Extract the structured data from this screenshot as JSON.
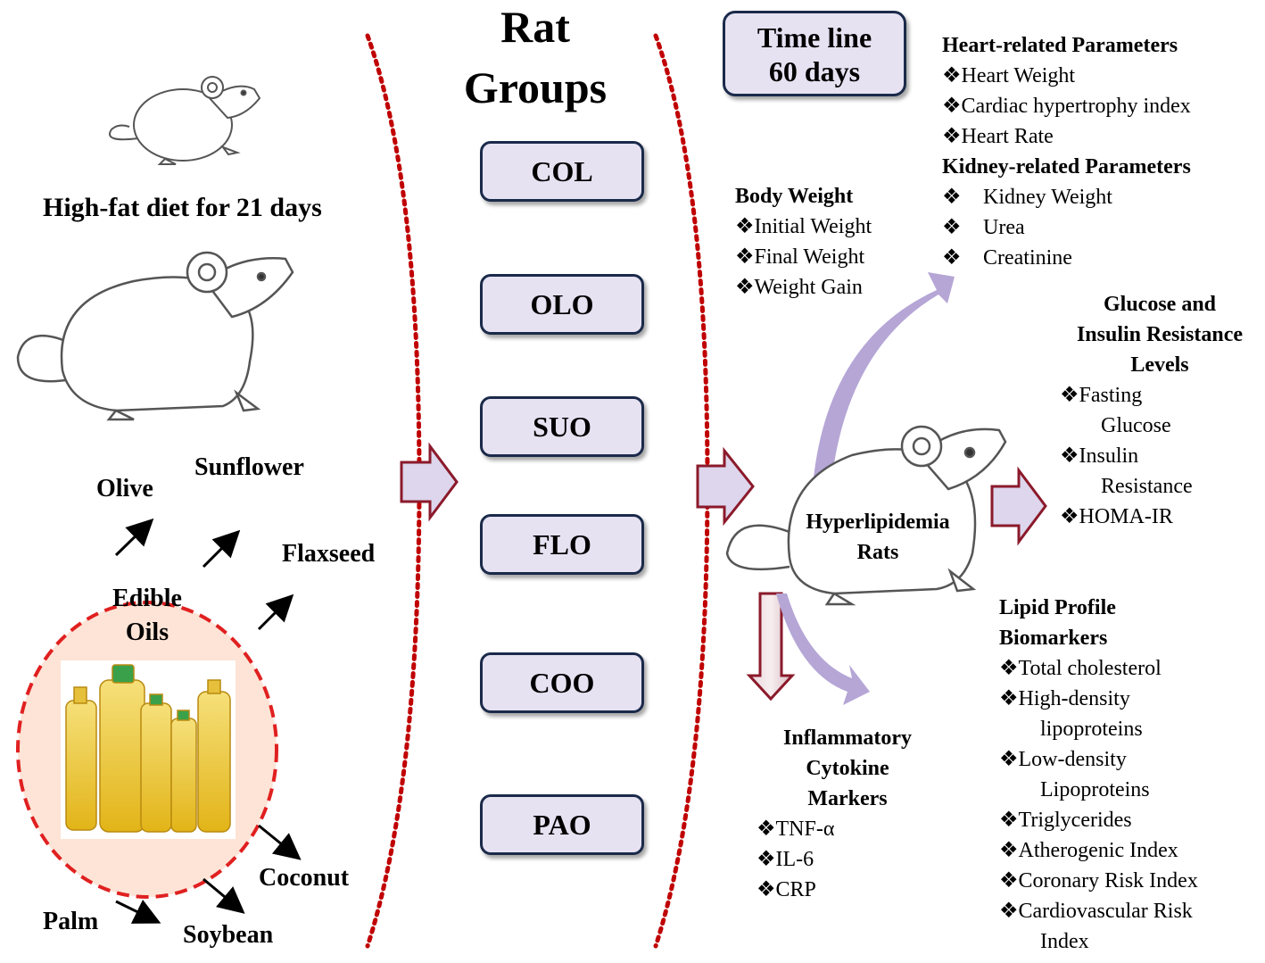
{
  "left": {
    "hfd_label": "High-fat diet for 21 days",
    "oils_circle_label_line1": "Edible",
    "oils_circle_label_line2": "Oils",
    "oil_labels": {
      "olive": "Olive",
      "sunflower": "Sunflower",
      "flaxseed": "Flaxseed",
      "coconut": "Coconut",
      "soybean": "Soybean",
      "palm": "Palm"
    }
  },
  "middle": {
    "title_line1": "Rat",
    "title_line2": "Groups",
    "groups": [
      "COL",
      "OLO",
      "SUO",
      "FLO",
      "COO",
      "PAO"
    ]
  },
  "right": {
    "timeline_line1": "Time line",
    "timeline_line2": "60 days",
    "rat_label_line1": "Hyperlipidemia",
    "rat_label_line2": "Rats",
    "bullet_symbol": "❖",
    "heart": {
      "title": "Heart-related Parameters",
      "items": [
        "Heart Weight",
        "Cardiac hypertrophy index",
        "Heart Rate"
      ]
    },
    "kidney": {
      "title": "Kidney-related Parameters",
      "items": [
        "Kidney Weight",
        "Urea",
        "Creatinine"
      ]
    },
    "body": {
      "title": "Body Weight",
      "items": [
        "Initial Weight",
        "Final Weight",
        "Weight Gain"
      ]
    },
    "glucose": {
      "title_lines": [
        "Glucose and",
        "Insulin Resistance",
        "Levels"
      ],
      "items": [
        [
          "Fasting",
          "Glucose"
        ],
        [
          "Insulin",
          "Resistance"
        ],
        [
          "HOMA-IR"
        ]
      ]
    },
    "lipid": {
      "title_lines": [
        "Lipid Profile",
        "Biomarkers"
      ],
      "items": [
        [
          "Total cholesterol"
        ],
        [
          "High-density",
          "lipoproteins"
        ],
        [
          "Low-density",
          "Lipoproteins"
        ],
        [
          "Triglycerides"
        ],
        [
          "Atherogenic Index"
        ],
        [
          "Coronary Risk Index"
        ],
        [
          "Cardiovascular Risk",
          "Index"
        ]
      ]
    },
    "inflammatory": {
      "title_lines": [
        "Inflammatory",
        "Cytokine",
        "Markers"
      ],
      "items": [
        "TNF-α",
        "IL-6",
        "CRP"
      ]
    }
  },
  "colors": {
    "dotted_curve": "#c00000",
    "group_fill": "#e6e2f2",
    "group_border": "#1b2a4a",
    "block_arrow_fill": "#ddd6ec",
    "block_arrow_border": "#8b1a2b",
    "lavender_arrow": "#b5a6d6",
    "oil_circle_fill": "#fde4d6",
    "oil_circle_border": "#e02020"
  }
}
